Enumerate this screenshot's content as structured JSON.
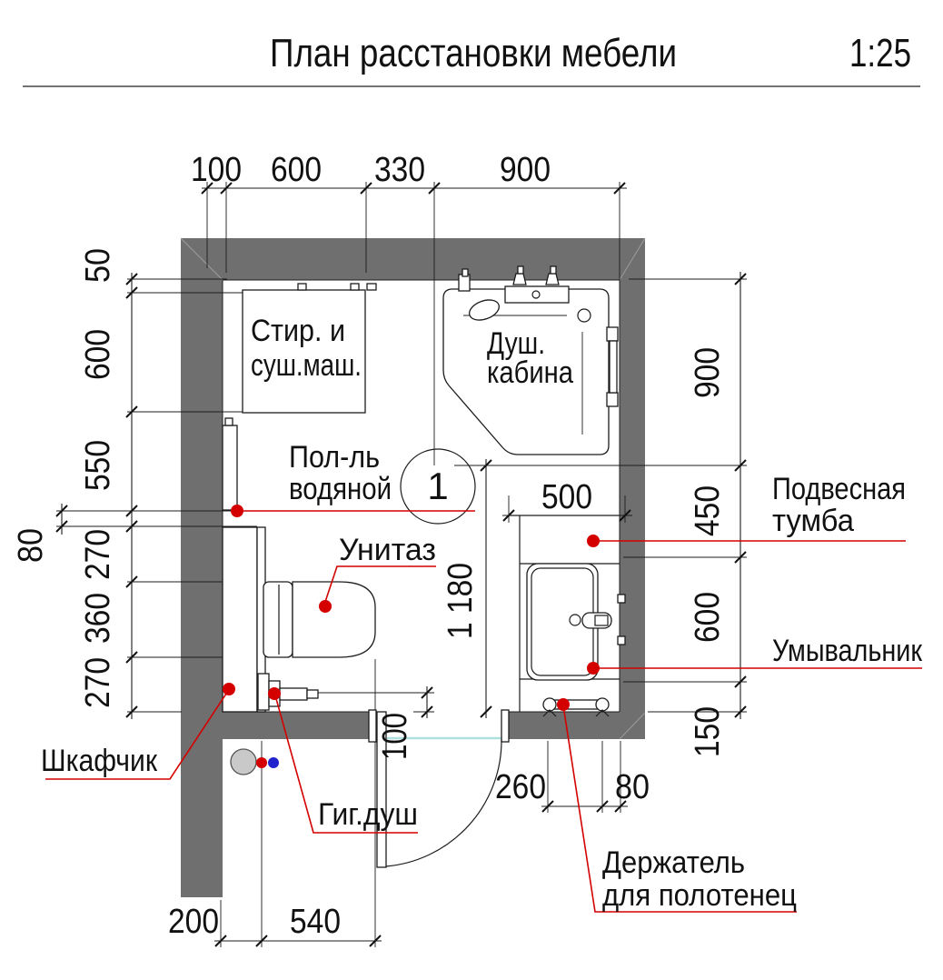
{
  "title": {
    "text": "План расстановки мебели",
    "scale": "1:25"
  },
  "dimensions": {
    "top": [
      "100",
      "600",
      "330",
      "900"
    ],
    "left": [
      "50",
      "600",
      "550",
      "270",
      "360",
      "270"
    ],
    "left_outer": "80",
    "right": [
      "900",
      "450",
      "600",
      "150"
    ],
    "bottom": [
      "200",
      "540"
    ],
    "near_wall": [
      "260",
      "80"
    ],
    "room_depth": "1 180",
    "vanity_width": "500",
    "door_wall_offset": "100"
  },
  "labels": {
    "washer": [
      "Стир. и",
      "суш.маш."
    ],
    "shower": [
      "Душ.",
      "кабина"
    ],
    "floor_heating": [
      "Пол-ль",
      "водяной"
    ],
    "toilet": "Унитаз",
    "cabinet": "Шкафчик",
    "hyg_shower": "Гиг.душ",
    "vanity": [
      "Подвесная",
      "тумба"
    ],
    "sink": "Умывальник",
    "towel_holder": [
      "Держатель",
      "для полотенец"
    ],
    "marker": "1"
  },
  "colors": {
    "wall": "#6f6f6f",
    "leader_red": "#d40000",
    "pipe_blue": "#2323cc",
    "pipe_grey": "#c9c9c9",
    "threshold_teal": "#aee0dd"
  }
}
